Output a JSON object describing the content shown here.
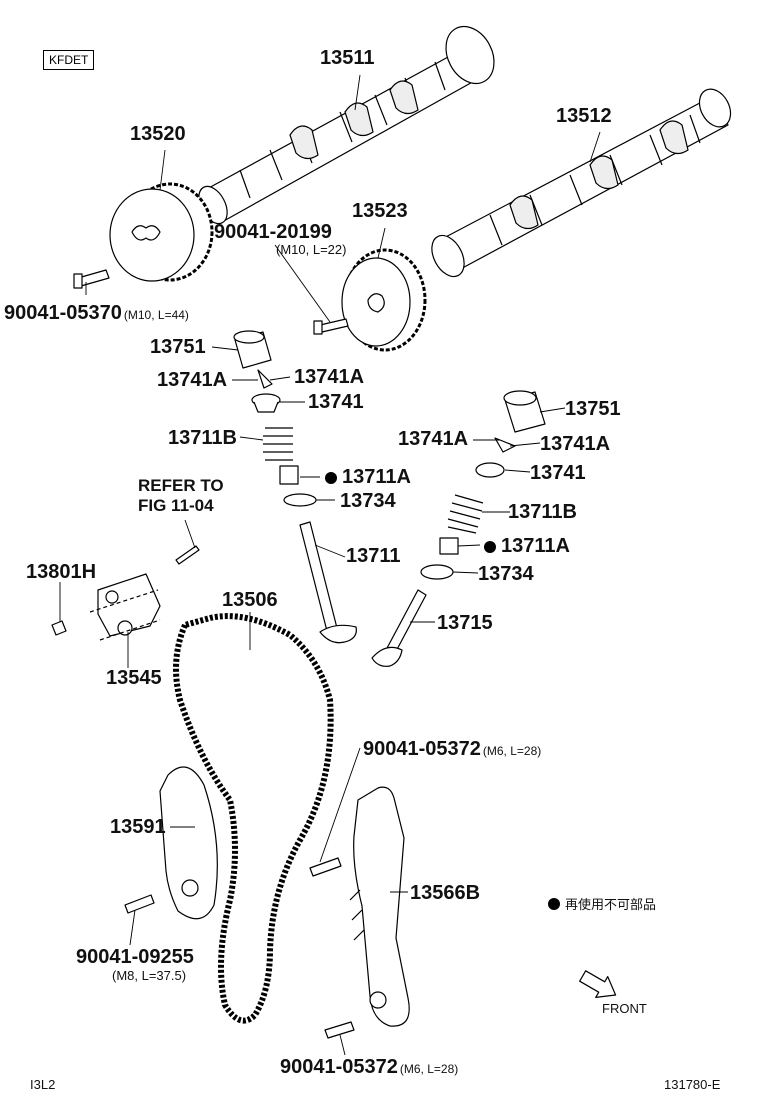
{
  "badge": "KFDET",
  "footer": {
    "left": "I3L2",
    "right": "131780-E"
  },
  "note": {
    "text": "再使用不可部品"
  },
  "front_label": "FRONT",
  "refer": {
    "line1": "REFER TO",
    "line2": "FIG 11-04"
  },
  "labels": {
    "p13511": "13511",
    "p13512": "13512",
    "p13520": "13520",
    "p13523": "13523",
    "bolt_20199": {
      "num": "90041-20199",
      "spec": "(M10, L=22)"
    },
    "bolt_05370": {
      "num": "90041-05370",
      "spec": "(M10, L=44)"
    },
    "l13751": "13751",
    "l13741A_a": "13741A",
    "l13741A_b": "13741A",
    "l13741": "13741",
    "l13711B": "13711B",
    "l13711A": "13711A",
    "l13734": "13734",
    "l13711": "13711",
    "r13751": "13751",
    "r13741A_a": "13741A",
    "r13741A_b": "13741A",
    "r13741": "13741",
    "r13711B": "13711B",
    "r13711A": "13711A",
    "r13734": "13734",
    "r13715": "13715",
    "p13801H": "13801H",
    "p13545": "13545",
    "p13506": "13506",
    "bolt_05372_top": {
      "num": "90041-05372",
      "spec": "(M6, L=28)"
    },
    "p13591": "13591",
    "p13566B": "13566B",
    "bolt_09255": {
      "num": "90041-09255",
      "spec": "(M8, L=37.5)"
    },
    "bolt_05372_bottom": {
      "num": "90041-05372",
      "spec": "(M6, L=28)"
    }
  }
}
